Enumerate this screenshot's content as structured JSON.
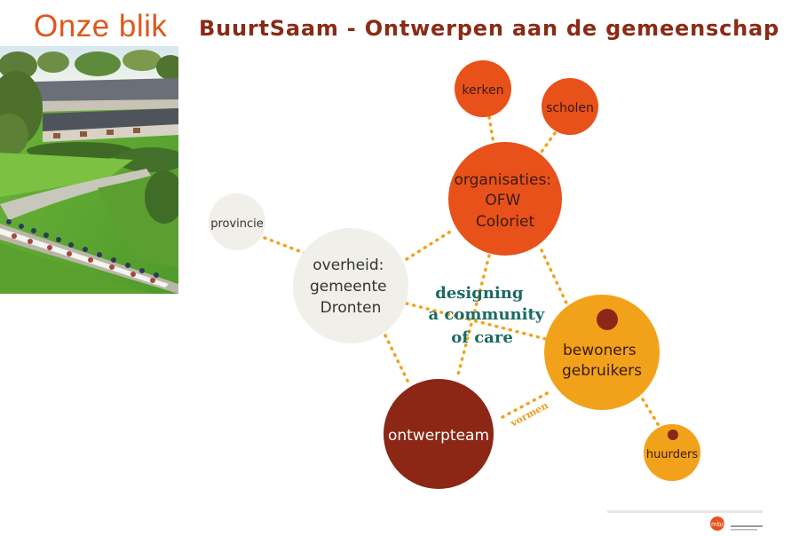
{
  "title": "Onze blik",
  "subtitle": "BuurtSaam - Ontwerpen aan de gemeenschap",
  "diagram": {
    "nodes": {
      "kerken": "kerken",
      "scholen": "scholen",
      "organisaties": [
        "organisaties:",
        "OFW",
        "Coloriet"
      ],
      "provincie": "provincie",
      "overheid": [
        "overheid:",
        "gemeente",
        "Dronten"
      ],
      "bewoners": [
        "bewoners",
        "gebruikers"
      ],
      "ontwerpteam": "ontwerpteam",
      "huurders": "huurders"
    },
    "center_text": [
      "designing",
      "a community",
      "of care"
    ],
    "edge_label": "vormen"
  },
  "colors": {
    "orange": "#e8511a",
    "amber": "#f2a21a",
    "dark_red": "#8b2714",
    "light_gray": "#f1efe9",
    "teal": "#1a6a62",
    "title_orange": "#e0571c",
    "title_dark": "#8b2a15"
  },
  "footer": {
    "logo": "mb/a"
  }
}
